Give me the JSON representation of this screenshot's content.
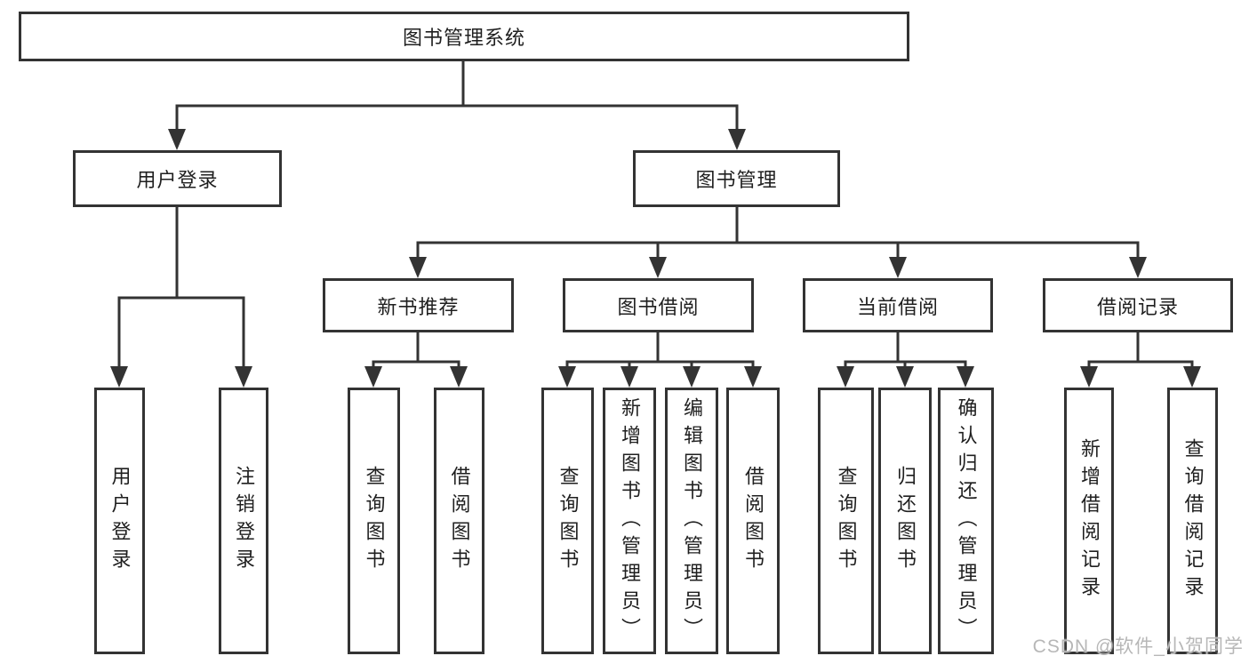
{
  "diagram": {
    "root": {
      "label": "图书管理系统"
    },
    "level2": [
      {
        "label": "用户登录"
      },
      {
        "label": "图书管理"
      }
    ],
    "level3": [
      {
        "label": "新书推荐"
      },
      {
        "label": "图书借阅"
      },
      {
        "label": "当前借阅"
      },
      {
        "label": "借阅记录"
      }
    ],
    "leaves": {
      "user_login": [
        "用户登录",
        "注销登录"
      ],
      "new_book_recommend": [
        "查询图书",
        "借阅图书"
      ],
      "book_borrow": [
        "查询图书",
        "新增图书（管理员）",
        "编辑图书（管理员）",
        "借阅图书"
      ],
      "current_borrow": [
        "查询图书",
        "归还图书",
        "确认归还（管理员）"
      ],
      "borrow_records": [
        "新增借阅记录",
        "查询借阅记录"
      ]
    },
    "line_color": "#333333",
    "text_color": "#1f1f1f",
    "background_color": "#ffffff"
  },
  "watermark": {
    "text": "CSDN @软件_小贺同学",
    "color": "#b7b7b7"
  }
}
